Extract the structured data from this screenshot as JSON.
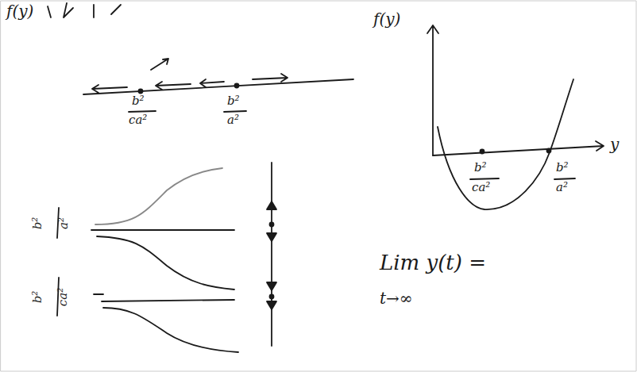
{
  "diagram": {
    "labels": [
      "f(y)",
      "b²",
      "ca²",
      "b²",
      "a²",
      "f(y)",
      "y",
      "b²",
      "ca²",
      "b²",
      "a²",
      "b²",
      "a²",
      "b²",
      "ca²",
      "Lim y(t) =",
      "t→∞"
    ]
  }
}
